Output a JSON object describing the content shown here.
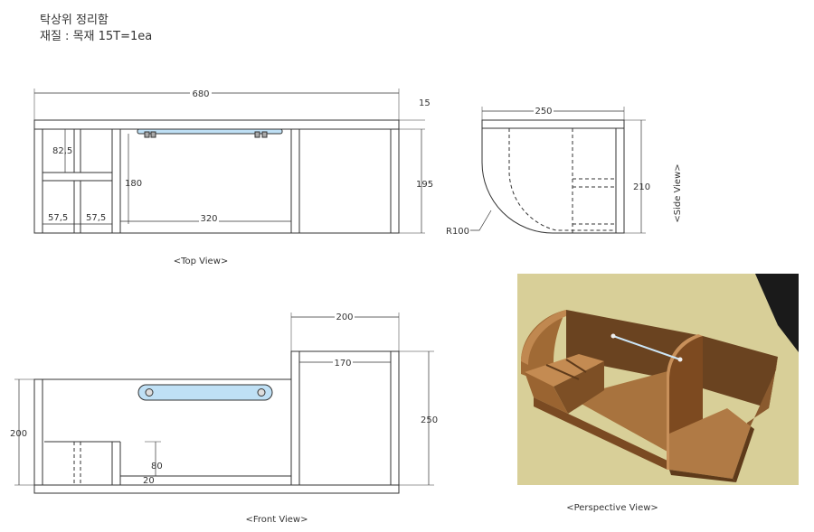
{
  "title": {
    "line1": "탁상위 정리함",
    "line2": "재질 : 목재 15T=1ea"
  },
  "top_view": {
    "caption": "<Top View>",
    "dims": {
      "width": "680",
      "thickness": "15",
      "height": "195",
      "inner_h": "180",
      "shelf": "82,5",
      "cell_a": "57,5",
      "cell_b": "57,5",
      "span": "320"
    }
  },
  "side_view": {
    "caption": "<Side View>",
    "dims": {
      "depth": "250",
      "height": "210",
      "radius": "R100"
    }
  },
  "front_view": {
    "caption": "<Front View>",
    "dims": {
      "right_w": "200",
      "inner_w": "170",
      "height_r": "250",
      "height_l": "200",
      "low_h": "80",
      "base": "20"
    }
  },
  "perspective_view": {
    "caption": "<Perspective View>",
    "colors": {
      "background": "#d8cf98",
      "wood": "#8a5a2e",
      "wood_dark": "#5e3a1a",
      "wood_light": "#b07a45"
    }
  },
  "colors": {
    "line": "#333333",
    "rod": "#bfe0f5"
  }
}
